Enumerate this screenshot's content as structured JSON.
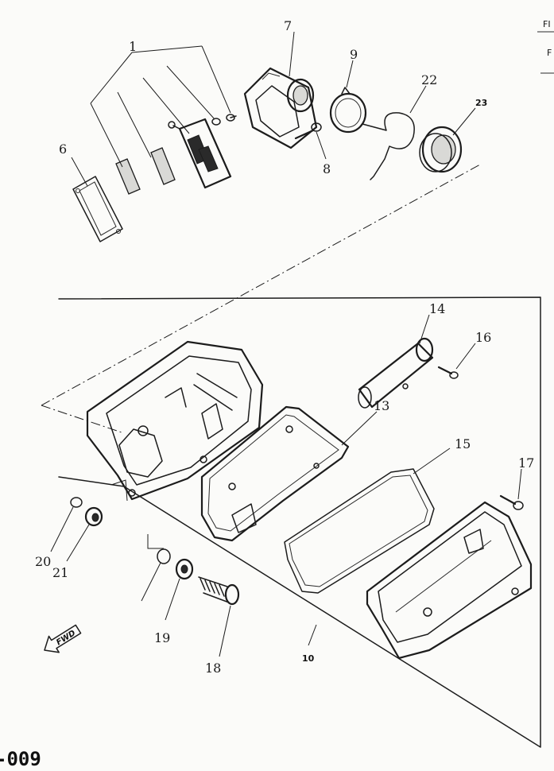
{
  "diagram": {
    "callouts": {
      "p1": "1",
      "p6": "6",
      "p7": "7",
      "p8": "8",
      "p9": "9",
      "p22": "22",
      "p23": "23",
      "p14": "14",
      "p16": "16",
      "p13": "13",
      "p15": "15",
      "p17": "17",
      "p20": "20",
      "p21": "21",
      "p19": "19",
      "p18": "18",
      "p10": "10"
    },
    "fwd_arrow_label": "FWD",
    "page_number": "-009",
    "side_fragments": [
      "FI",
      "F"
    ]
  },
  "colors": {
    "ink": "#1c1c1c",
    "paper": "#fbfbf9"
  }
}
